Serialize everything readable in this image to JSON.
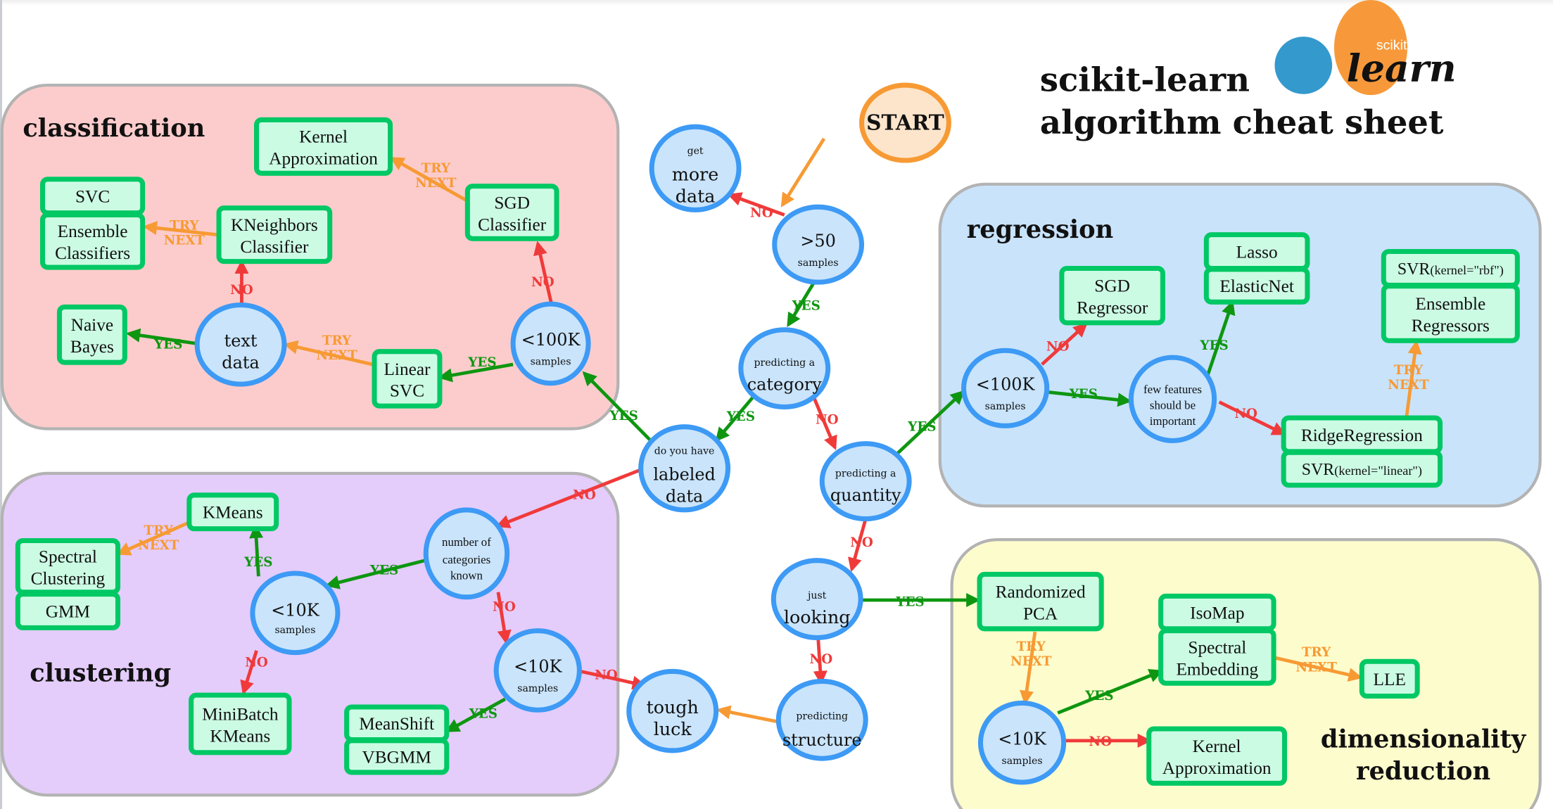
{
  "title": {
    "line1": "scikit-learn",
    "line2": "algorithm cheat sheet",
    "logo_small": "scikit",
    "logo_big": "learn"
  },
  "colors": {
    "yes": "#0e9610",
    "no": "#f03a3a",
    "try_next": "#f79a34",
    "node_fill": "#c9e4fb",
    "node_stroke": "#3d9af5",
    "estimator_fill": "#ccfbe4",
    "estimator_stroke": "#00c864",
    "start_fill": "#fde5cc",
    "start_stroke": "#f79a34",
    "classification_bg": "#fccccc",
    "regression_bg": "#c9e3fb",
    "clustering_bg": "#e4ccfb",
    "dimred_bg": "#fdfccc"
  },
  "regions": {
    "classification": "classification",
    "regression": "regression",
    "clustering": "clustering",
    "dimred_line1": "dimensionality",
    "dimred_line2": "reduction"
  },
  "edge_labels": {
    "yes": "YES",
    "no": "NO",
    "try": "TRY",
    "next": "NEXT"
  },
  "nodes": {
    "start": "START",
    "more_data": {
      "l1": "get",
      "l2": "more",
      "l3": "data"
    },
    "gt50": {
      "l1": ">50",
      "l2": "samples"
    },
    "pred_category": {
      "l1": "predicting a",
      "l2": "category"
    },
    "labeled": {
      "l1": "do you have",
      "l2": "labeled",
      "l3": "data"
    },
    "pred_quantity": {
      "l1": "predicting a",
      "l2": "quantity"
    },
    "just_looking": {
      "l1": "just",
      "l2": "looking"
    },
    "pred_structure": {
      "l1": "predicting",
      "l2": "structure"
    },
    "tough_luck": {
      "l1": "tough",
      "l2": "luck"
    },
    "cls_lt100k": {
      "l1": "<100K",
      "l2": "samples"
    },
    "text_data": {
      "l1": "text",
      "l2": "data"
    },
    "num_categories": {
      "l1": "number of",
      "l2": "categories",
      "l3": "known"
    },
    "clu_lt10k_a": {
      "l1": "<10K",
      "l2": "samples"
    },
    "clu_lt10k_b": {
      "l1": "<10K",
      "l2": "samples"
    },
    "reg_lt100k": {
      "l1": "<100K",
      "l2": "samples"
    },
    "few_features": {
      "l1": "few features",
      "l2": "should be",
      "l3": "important"
    },
    "dr_lt10k": {
      "l1": "<10K",
      "l2": "samples"
    }
  },
  "estimators": {
    "cls_kernel_approx": {
      "l1": "Kernel",
      "l2": "Approximation"
    },
    "sgd_classifier": {
      "l1": "SGD",
      "l2": "Classifier"
    },
    "svc": "SVC",
    "ensemble_classifiers": {
      "l1": "Ensemble",
      "l2": "Classifiers"
    },
    "kneighbors": {
      "l1": "KNeighbors",
      "l2": "Classifier"
    },
    "naive_bayes": {
      "l1": "Naive",
      "l2": "Bayes"
    },
    "linear_svc": {
      "l1": "Linear",
      "l2": "SVC"
    },
    "kmeans": "KMeans",
    "spectral_clustering": {
      "l1": "Spectral",
      "l2": "Clustering"
    },
    "gmm": "GMM",
    "minibatch_kmeans": {
      "l1": "MiniBatch",
      "l2": "KMeans"
    },
    "meanshift": "MeanShift",
    "vbgmm": "VBGMM",
    "sgd_regressor": {
      "l1": "SGD",
      "l2": "Regressor"
    },
    "lasso": "Lasso",
    "elasticnet": "ElasticNet",
    "svr_rbf": {
      "main": "SVR",
      "arg": "(kernel=\"rbf\")"
    },
    "ensemble_regressors": {
      "l1": "Ensemble",
      "l2": "Regressors"
    },
    "ridge": "RidgeRegression",
    "svr_linear": {
      "main": "SVR",
      "arg": "(kernel=\"linear\")"
    },
    "randomized_pca": {
      "l1": "Randomized",
      "l2": "PCA"
    },
    "isomap": "IsoMap",
    "spectral_embedding": {
      "l1": "Spectral",
      "l2": "Embedding"
    },
    "lle": "LLE",
    "dr_kernel_approx": {
      "l1": "Kernel",
      "l2": "Approximation"
    }
  }
}
